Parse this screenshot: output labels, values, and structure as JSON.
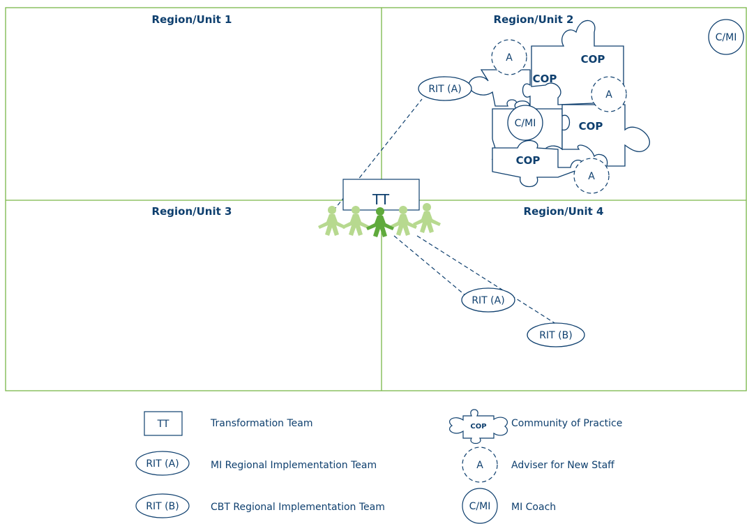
{
  "colors": {
    "grid": "#7ab648",
    "ink": "#0e3f6e",
    "figure_light": "#b7d98f",
    "figure_dark": "#5faa3c",
    "background": "#ffffff"
  },
  "regions": [
    {
      "label": "Region/Unit 1"
    },
    {
      "label": "Region/Unit 2"
    },
    {
      "label": "Region/Unit 3"
    },
    {
      "label": "Region/Unit 4"
    }
  ],
  "center": {
    "label": "TT"
  },
  "nodes": {
    "rit_a_top": "RIT (A)",
    "rit_a_bottom": "RIT (A)",
    "rit_b": "RIT (B)",
    "coach_corner": "C/MI",
    "coach_puzzle": "C/MI",
    "adviser_1": "A",
    "adviser_2": "A",
    "adviser_3": "A",
    "cop_1": "COP",
    "cop_2": "COP",
    "cop_3": "COP",
    "cop_4": "COP"
  },
  "legend": {
    "tt_symbol": "TT",
    "tt_label": "Transformation Team",
    "rit_a_symbol": "RIT (A)",
    "rit_a_label": "MI Regional Implementation Team",
    "rit_b_symbol": "RIT (B)",
    "rit_b_label": "CBT Regional Implementation Team",
    "cop_symbol": "COP",
    "cop_label": "Community of Practice",
    "adviser_symbol": "A",
    "adviser_label": "Adviser for New Staff",
    "coach_symbol": "C/MI",
    "coach_label": "MI Coach"
  }
}
